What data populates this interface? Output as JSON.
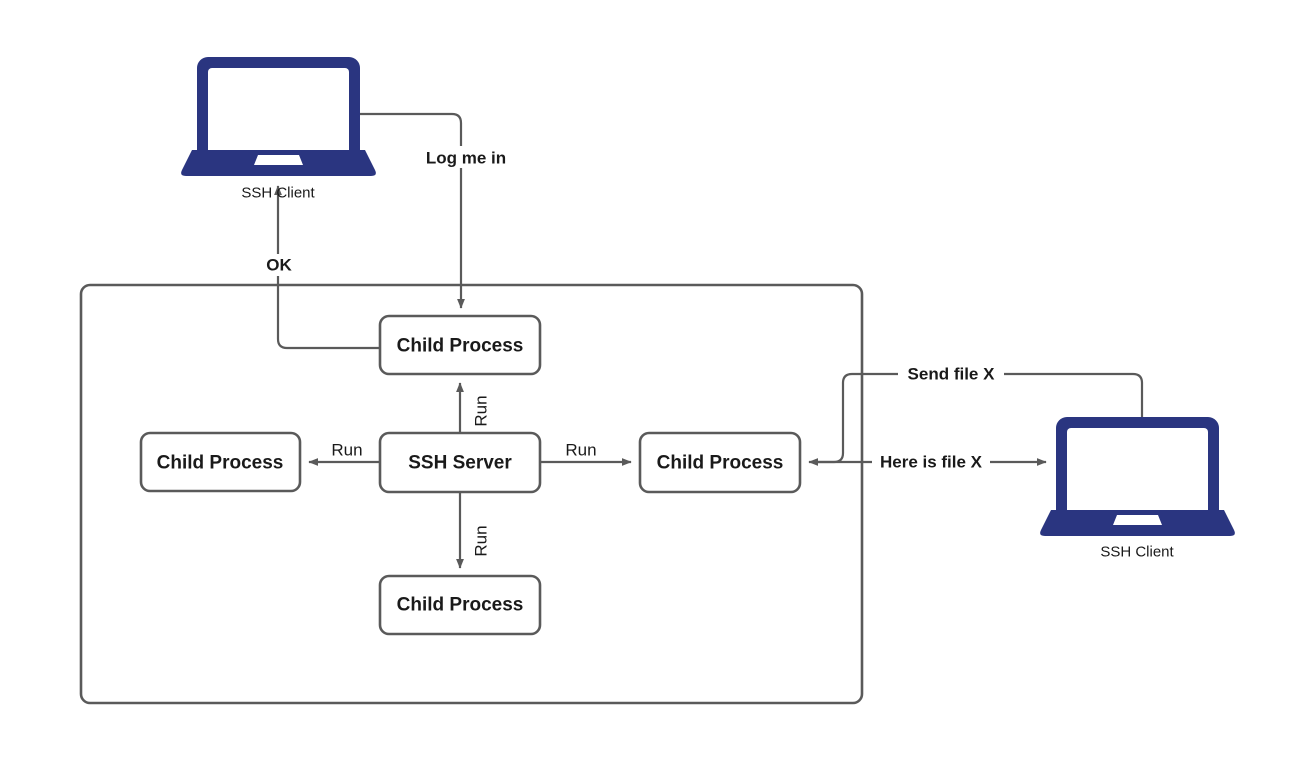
{
  "diagram": {
    "title": "SSH Server child process architecture",
    "colors": {
      "edge": "#5a5a5a",
      "node_border": "#5a5a5a",
      "node_fill": "#ffffff",
      "text": "#1a1a1a",
      "device": "#2a3580",
      "device_screen": "#ffffff",
      "background": "#ffffff"
    },
    "container": {
      "name": "server-container",
      "label": ""
    },
    "nodes": [
      {
        "id": "ssh-server",
        "label": "SSH Server"
      },
      {
        "id": "child-process-top",
        "label": "Child Process"
      },
      {
        "id": "child-process-left",
        "label": "Child Process"
      },
      {
        "id": "child-process-right",
        "label": "Child Process"
      },
      {
        "id": "child-process-bottom",
        "label": "Child Process"
      }
    ],
    "devices": [
      {
        "id": "ssh-client-top",
        "label": "SSH Client",
        "icon": "laptop-icon"
      },
      {
        "id": "ssh-client-right",
        "label": "SSH Client",
        "icon": "laptop-icon"
      }
    ],
    "edges": [
      {
        "id": "log-me-in",
        "label": "Log me in",
        "from": "ssh-client-top",
        "to": "child-process-top",
        "bold": true,
        "rotated": false
      },
      {
        "id": "ok",
        "label": "OK",
        "from": "child-process-top",
        "to": "ssh-client-top",
        "bold": true,
        "rotated": false
      },
      {
        "id": "run-top",
        "label": "Run",
        "from": "ssh-server",
        "to": "child-process-top",
        "bold": false,
        "rotated": true
      },
      {
        "id": "run-left",
        "label": "Run",
        "from": "ssh-server",
        "to": "child-process-left",
        "bold": false,
        "rotated": false
      },
      {
        "id": "run-right",
        "label": "Run",
        "from": "ssh-server",
        "to": "child-process-right",
        "bold": false,
        "rotated": false
      },
      {
        "id": "run-bottom",
        "label": "Run",
        "from": "ssh-server",
        "to": "child-process-bottom",
        "bold": false,
        "rotated": true
      },
      {
        "id": "send-file-x",
        "label": "Send file X",
        "from": "ssh-client-right",
        "to": "child-process-right",
        "bold": true,
        "rotated": false
      },
      {
        "id": "here-is-file-x",
        "label": "Here is file X",
        "from": "child-process-right",
        "to": "ssh-client-right",
        "bold": true,
        "rotated": false
      }
    ]
  }
}
